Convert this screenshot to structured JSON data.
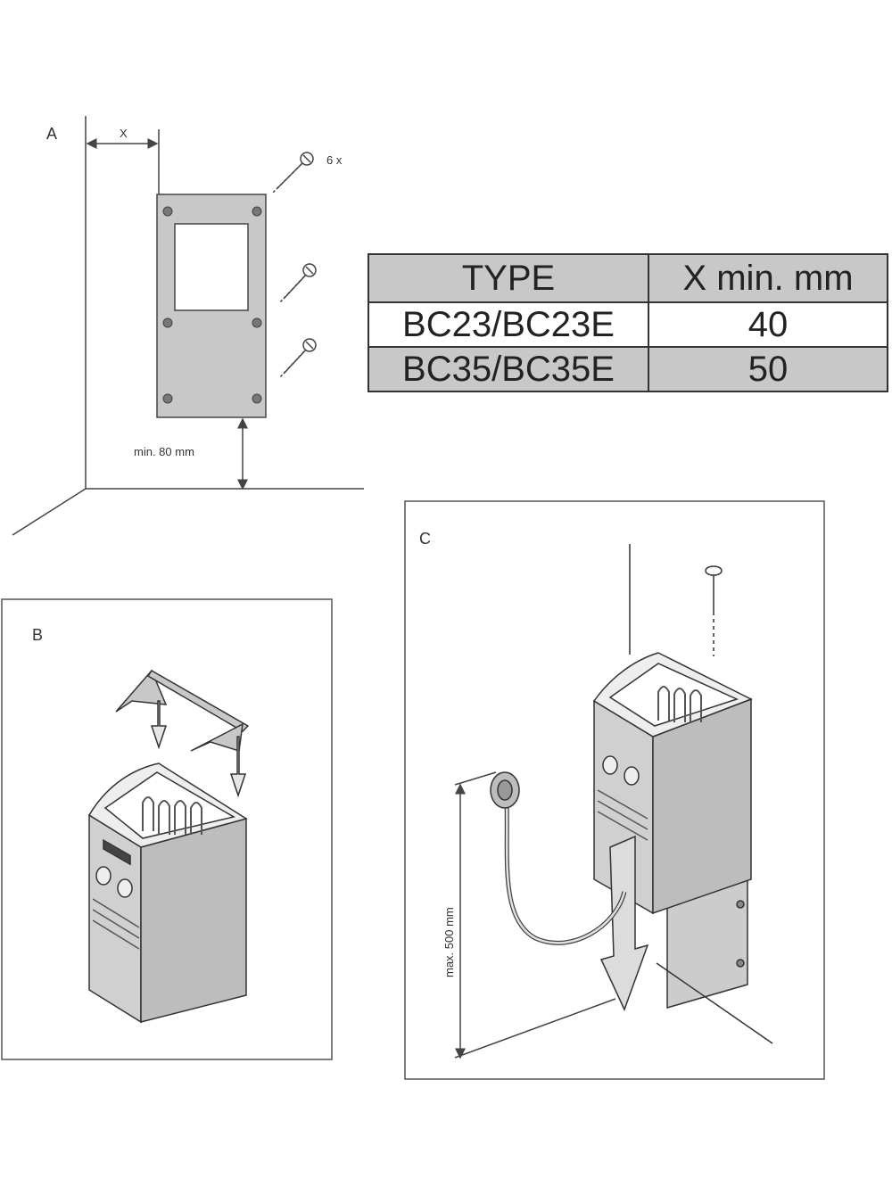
{
  "panel_a": {
    "letter": "A",
    "x_label": "X",
    "screw_count": "6 x",
    "min_height": "min. 80 mm"
  },
  "panel_b": {
    "letter": "B"
  },
  "panel_c": {
    "letter": "C",
    "max_length": "max. 500 mm"
  },
  "spec_table": {
    "header": [
      "TYPE",
      "X min. mm"
    ],
    "rows": [
      [
        "BC23/BC23E",
        "40"
      ],
      [
        "BC35/BC35E",
        "50"
      ]
    ]
  },
  "colors": {
    "panel_fill": "#c8c8c8",
    "line": "#444444"
  }
}
